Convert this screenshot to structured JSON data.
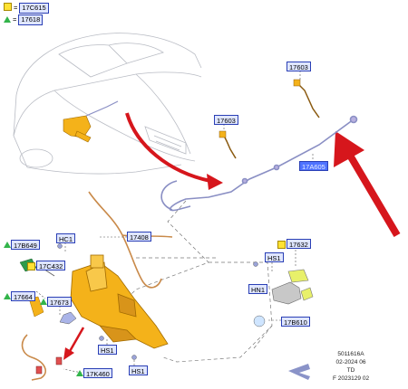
{
  "legend": {
    "item1": {
      "text": "17C615",
      "marker": "yellow-square"
    },
    "item2": {
      "text": "17618",
      "marker": "green-triangle"
    }
  },
  "part_labels": {
    "p17603_top": "17603",
    "p17603_mid": "17603",
    "p17A605": "17A605",
    "p17408": "17408",
    "p17B649": "17B649",
    "pHC1": "HC1",
    "p17C432": "17C432",
    "p17664": "17664",
    "p17673": "17673",
    "pHS1_a": "HS1",
    "pHS1_b": "HS1",
    "p17K460": "17K460",
    "p17632": "17632",
    "pHS1_c": "HS1",
    "pHN1": "HN1",
    "p17B610": "17B610"
  },
  "footer": {
    "line1": "5011616A",
    "line2": "02-2024 06",
    "line3": "TD",
    "line4": "F 2023129 02"
  },
  "colors": {
    "reservoir": "#f4b21a",
    "hose": "#8a8fc4",
    "arrow_red": "#d6161c",
    "label_blue": "#dfe6ff",
    "label_yellow": "#ffe57a"
  }
}
